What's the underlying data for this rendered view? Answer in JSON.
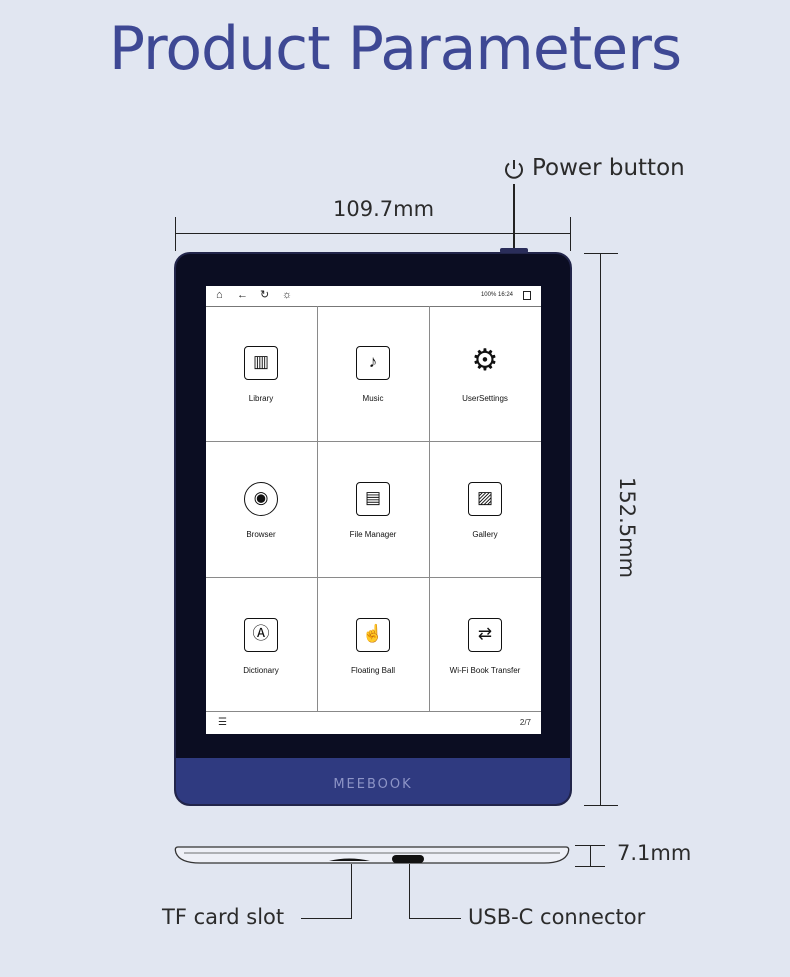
{
  "title": "Product Parameters",
  "labels": {
    "power_button": "Power button",
    "width": "109.7mm",
    "height": "152.5mm",
    "thickness": "7.1mm",
    "tf_slot": "TF card slot",
    "usb": "USB-C connector"
  },
  "device": {
    "brand": "MEEBOOK",
    "status_text": "100% 16:24",
    "page": "2/7",
    "apps": [
      "Library",
      "Music",
      "UserSettings",
      "Browser",
      "File Manager",
      "Gallery",
      "Dictionary",
      "Floating Ball",
      "Wi-Fi Book Transfer"
    ]
  },
  "colors": {
    "background": "#e1e6f1",
    "title": "#3e4894",
    "bezel": "#0b0d22",
    "chin": "#2f3a80"
  }
}
